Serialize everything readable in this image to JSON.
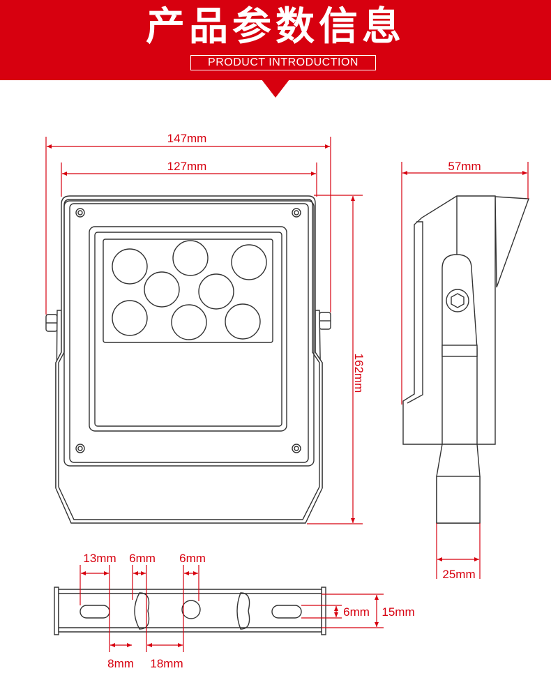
{
  "header": {
    "title": "产品参数信息",
    "subtitle": "PRODUCT INTRODUCTION",
    "color": "#d7000f"
  },
  "dimensions": {
    "total_width": "147mm",
    "inner_width": "127mm",
    "height": "162mm",
    "depth": "57mm",
    "bracket_width": "25mm",
    "slot_length": "13mm",
    "hole_gap_a": "6mm",
    "hole_gap_b": "6mm",
    "slot_height": "6mm",
    "bracket_height": "15mm",
    "offset_a": "8mm",
    "offset_b": "18mm"
  },
  "colors": {
    "accent": "#d7000f",
    "line": "#333333"
  }
}
